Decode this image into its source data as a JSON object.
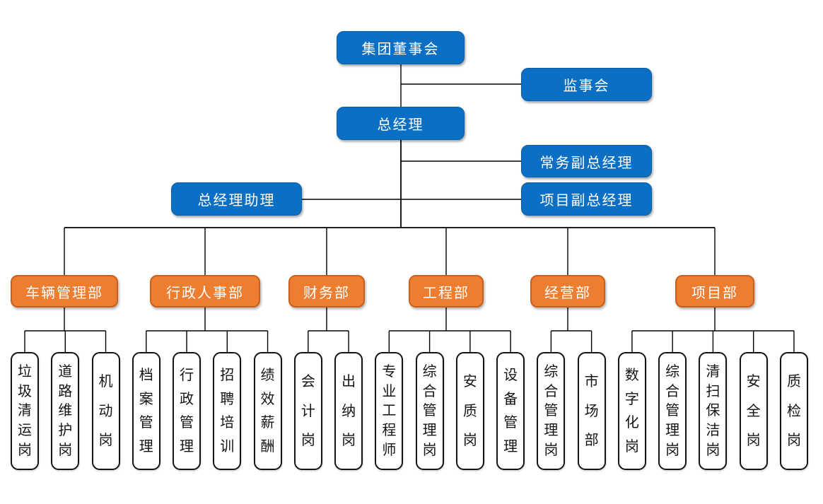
{
  "colors": {
    "executive_fill": "#0B70C4",
    "executive_border": "#0A5FA8",
    "department_fill": "#ED7D31",
    "department_border": "#C9611C",
    "position_fill": "#FFFFFF",
    "position_border": "#141414",
    "text_light": "#FFFFFF",
    "text_dark": "#141414",
    "connector": "#000000"
  },
  "nodes": {
    "board": {
      "label": "集团董事会"
    },
    "supervisory": {
      "label": "监事会"
    },
    "general_manager": {
      "label": "总经理"
    },
    "executive_deputy_gm": {
      "label": "常务副总经理"
    },
    "gm_assistant": {
      "label": "总经理助理"
    },
    "project_deputy_gm": {
      "label": "项目副总经理"
    }
  },
  "departments": [
    {
      "label": "车辆管理部",
      "positions": [
        "垃圾清运岗",
        "道路维护岗",
        "机动岗"
      ]
    },
    {
      "label": "行政人事部",
      "positions": [
        "档案管理",
        "行政管理",
        "招聘培训",
        "绩效薪酬"
      ]
    },
    {
      "label": "财务部",
      "positions": [
        "会计岗",
        "出纳岗"
      ]
    },
    {
      "label": "工程部",
      "positions": [
        "专业工程师",
        "综合管理岗",
        "安质岗",
        "设备管理"
      ]
    },
    {
      "label": "经营部",
      "positions": [
        "综合管理岗",
        "市场部"
      ]
    },
    {
      "label": "项目部",
      "positions": [
        "数字化岗",
        "综合管理岗",
        "清扫保洁岗",
        "安全岗",
        "质检岗"
      ]
    }
  ]
}
